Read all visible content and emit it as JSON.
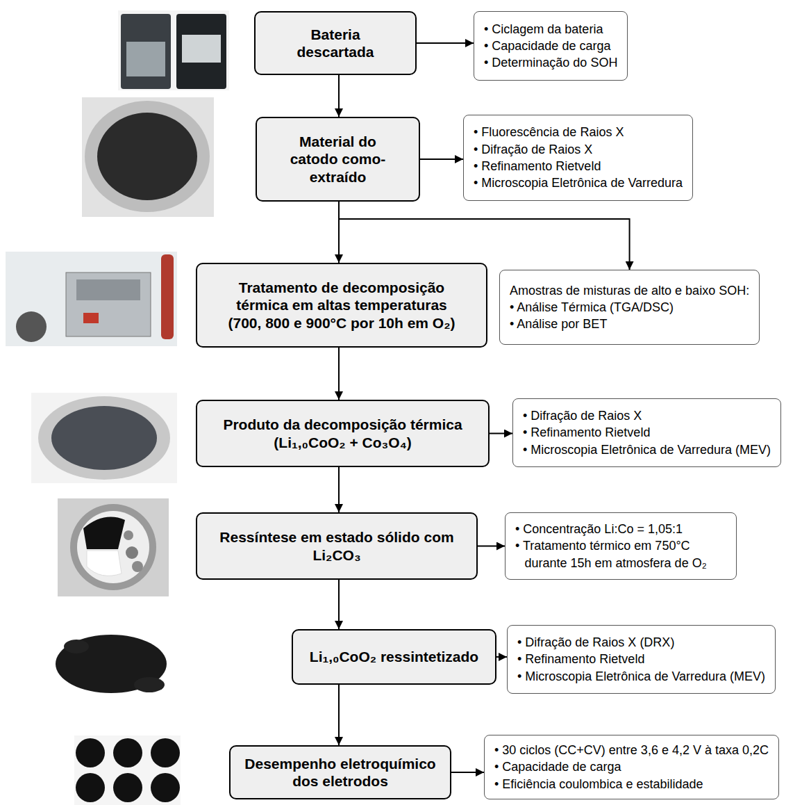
{
  "diagram": {
    "nodes": [
      {
        "text": [
          "Bateria descartada"
        ]
      },
      {
        "text": [
          "• Ciclagem da bateria",
          "• Capacidade de carga",
          "• Determinação do SOH"
        ]
      },
      {
        "text": [
          "Material do catodo como-extraído"
        ]
      },
      {
        "text": [
          "• Fluorescência de Raios X",
          "• Difração de Raios X",
          "• Refinamento Rietveld",
          "• Microscopia Eletrônica de Varredura"
        ]
      },
      {
        "text": [
          "Tratamento de decomposição térmica em altas temperaturas",
          "(700, 800 e 900°C por 10h em O₂)"
        ]
      },
      {
        "text": [
          "Amostras de misturas de alto e baixo SOH:",
          "• Análise Térmica (TGA/DSC)",
          "• Análise por BET"
        ]
      },
      {
        "text": [
          "Produto da decomposição térmica",
          "(Li₁,₀CoO₂ + Co₃O₄)"
        ]
      },
      {
        "text": [
          "• Difração de Raios X",
          "• Refinamento Rietveld",
          "• Microscopia Eletrônica de Varredura (MEV)"
        ]
      },
      {
        "text": [
          "Ressíntese em estado sólido com Li₂CO₃"
        ]
      },
      {
        "text": [
          "• Concentração Li:Co = 1,05:1",
          "• Tratamento térmico em 750°C durante 15h em atmosfera de O₂"
        ]
      },
      {
        "text": [
          "Li₁,₀CoO₂ ressintetizado"
        ]
      },
      {
        "text": [
          "• Difração de Raios X (DRX)",
          "• Refinamento Rietveld",
          "• Microscopia Eletrônica de Varredura (MEV)"
        ]
      },
      {
        "text": [
          "Desempenho eletroquímico dos eletrodos"
        ]
      },
      {
        "text": [
          "• 30 ciclos (CC+CV) entre 3,6 e 4,2 V à taxa 0,2C",
          "• Capacidade de carga",
          "• Eficiência coulombica e estabilidade"
        ]
      }
    ],
    "edges": [
      {
        "from": 0,
        "to": 1,
        "arrow": "to"
      },
      {
        "from": 0,
        "to": 2,
        "arrow": "to"
      },
      {
        "from": 2,
        "to": 3,
        "arrow": "to"
      },
      {
        "from": 2,
        "to": 4,
        "arrow": "to"
      },
      {
        "from": 2,
        "to": 5,
        "arrow": "to"
      },
      {
        "from": 4,
        "to": 6,
        "arrow": "to"
      },
      {
        "from": 6,
        "to": 7,
        "arrow": "to"
      },
      {
        "from": 6,
        "to": 8,
        "arrow": "to"
      },
      {
        "from": 8,
        "to": 9,
        "arrow": "to"
      },
      {
        "from": 8,
        "to": 10,
        "arrow": "to"
      },
      {
        "from": 10,
        "to": 11,
        "arrow": "to"
      },
      {
        "from": 10,
        "to": 12,
        "arrow": "to"
      },
      {
        "from": 12,
        "to": 13,
        "arrow": "to"
      }
    ]
  }
}
